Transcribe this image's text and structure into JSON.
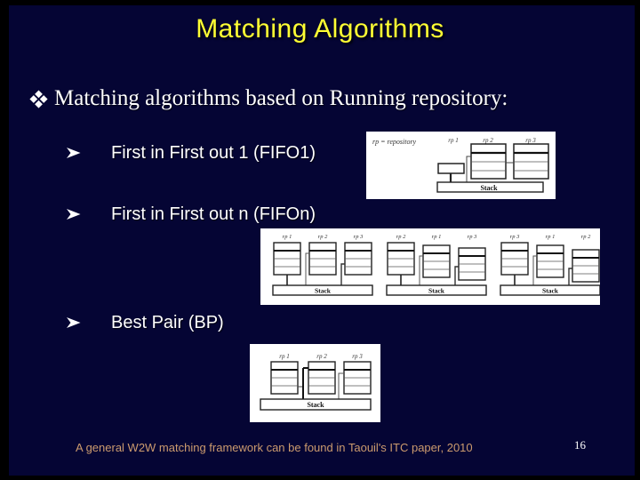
{
  "slide": {
    "title": "Matching Algorithms",
    "footer_note": "A general W2W matching framework can be found in Taouil's ITC paper, 2010",
    "page_number": "16",
    "colors": {
      "background": "#050534",
      "title_text": "#ffff33",
      "body_text": "#ffffff",
      "footer_text": "#cc9b6e",
      "diagram_background": "#ffffff"
    }
  },
  "bullets": {
    "main": {
      "marker_icon": "four-diamond-bullet",
      "text": "Matching algorithms based on Running repository:"
    },
    "sub_marker_icon": "arrowhead-right-bullet",
    "items": [
      {
        "label": "First in First out 1 (FIFO1)"
      },
      {
        "label": "First in First out n (FIFOn)"
      },
      {
        "label": "Best Pair (BP)"
      }
    ]
  },
  "diagrams": {
    "fifo1": {
      "legend": "rp = repository",
      "columns": [
        "rp 1",
        "rp 2",
        "rp 3"
      ],
      "stack_label": "Stack"
    },
    "fifon": {
      "groups": [
        {
          "columns": [
            "rp 1",
            "rp 2",
            "rp 3"
          ],
          "stack_label": "Stack"
        },
        {
          "columns": [
            "rp 2",
            "rp 1",
            "rp 3"
          ],
          "stack_label": "Stack"
        },
        {
          "columns": [
            "rp 3",
            "rp 1",
            "rp 2"
          ],
          "stack_label": "Stack"
        }
      ]
    },
    "bp": {
      "columns": [
        "rp 1",
        "rp 2",
        "rp 3"
      ],
      "stack_label": "Stack"
    }
  }
}
